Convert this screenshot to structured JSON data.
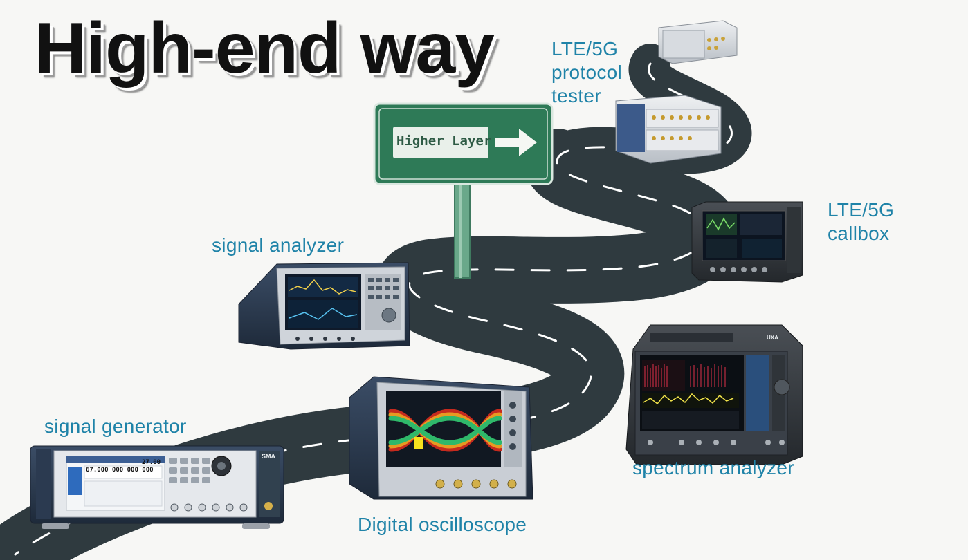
{
  "title": "High-end way",
  "sign": {
    "text": "Higher Layer",
    "arrow_icon": "right-arrow-icon"
  },
  "labels": {
    "protocol_tester": [
      "LTE/5G",
      "protocol",
      "tester"
    ],
    "callbox": [
      "LTE/5G",
      "callbox"
    ],
    "signal_analyzer": "signal analyzer",
    "signal_generator": "signal generator",
    "spectrum_analyzer": "spectrum analyzer",
    "oscilloscope": "Digital oscilloscope"
  },
  "device_text": {
    "generator_freq": "67.000 000 000 000",
    "generator_level": "27.00",
    "generator_brand": "SMA",
    "spectrum_brand": "UXA"
  },
  "colors": {
    "road": "#2f3a3f",
    "sign_green": "#2e7a57",
    "label_blue": "#1f83a8",
    "title": "#111111"
  }
}
